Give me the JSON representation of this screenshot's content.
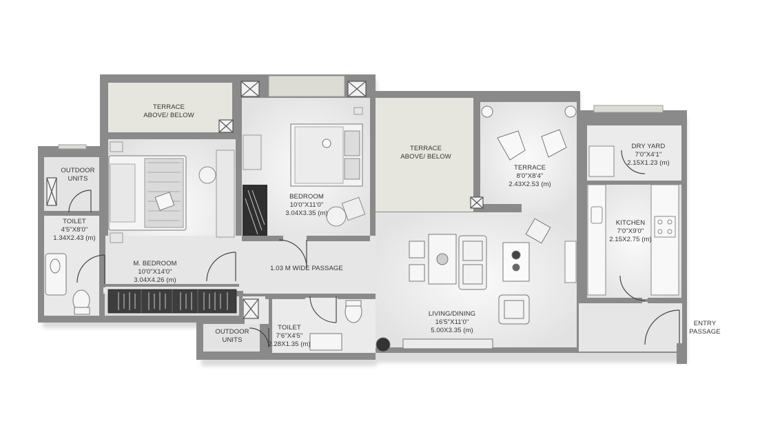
{
  "colors": {
    "wall": "#7f7f7f",
    "floor": "#ededed",
    "terrace": "#e4e4dc",
    "text": "#333333"
  },
  "rooms": {
    "terrace_left": {
      "name": "TERRACE",
      "name2": "ABOVE/ BELOW"
    },
    "outdoor_left": {
      "name": "OUTDOOR",
      "name2": "UNITS"
    },
    "toilet_left": {
      "name": "TOILET",
      "dim_imperial": "4'5\"X8'0\"",
      "dim_metric": "1.34X2.43 (m)"
    },
    "master_bedroom": {
      "name": "M. BEDROOM",
      "dim_imperial": "10'0\"X14'0\"",
      "dim_metric": "3.04X4.26 (m)"
    },
    "bedroom": {
      "name": "BEDROOM",
      "dim_imperial": "10'0\"X11'0\"",
      "dim_metric": "3.04X3.35 (m)"
    },
    "terrace_mid": {
      "name": "TERRACE",
      "name2": "ABOVE/ BELOW"
    },
    "terrace_right": {
      "name": "TERRACE",
      "dim_imperial": "8'0\"X8'4\"",
      "dim_metric": "2.43X2.53 (m)"
    },
    "dry_yard": {
      "name": "DRY YARD",
      "dim_imperial": "7'0\"X4'1\"",
      "dim_metric": "2.15X1.23 (m)"
    },
    "kitchen": {
      "name": "KITCHEN",
      "dim_imperial": "7'0\"X9'0\"",
      "dim_metric": "2.15X2.75 (m)"
    },
    "passage": {
      "name": "1.03 M WIDE PASSAGE"
    },
    "living": {
      "name": "LIVING/DINING",
      "dim_imperial": "16'5\"X11'0\"",
      "dim_metric": "5.00X3.35 (m)"
    },
    "outdoor_bottom": {
      "name": "OUTDOOR",
      "name2": "UNITS"
    },
    "toilet_bottom": {
      "name": "TOILET",
      "dim_imperial": "7'6\"X4'5\"",
      "dim_metric": "2.28X1.35 (m)"
    },
    "entry": {
      "name": "ENTRY",
      "name2": "PASSAGE"
    }
  }
}
